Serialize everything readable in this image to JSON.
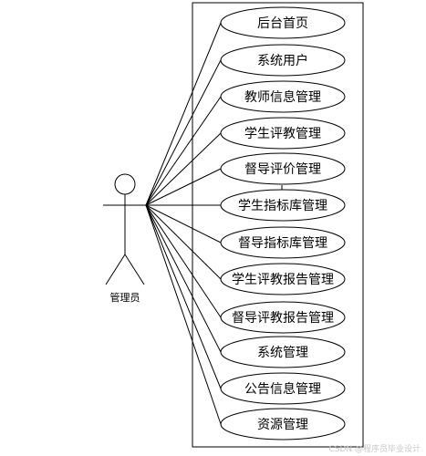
{
  "actor": {
    "label": "管理员"
  },
  "use_cases": [
    "后台首页",
    "系统用户",
    "教师信息管理",
    "学生评教管理",
    "督导评价管理",
    "学生指标库管理",
    "督导指标库管理",
    "学生评教报告管理",
    "督导评教报告管理",
    "系统管理",
    "公告信息管理",
    "资源管理"
  ],
  "watermark": "CSDN @程序员毕业设计"
}
